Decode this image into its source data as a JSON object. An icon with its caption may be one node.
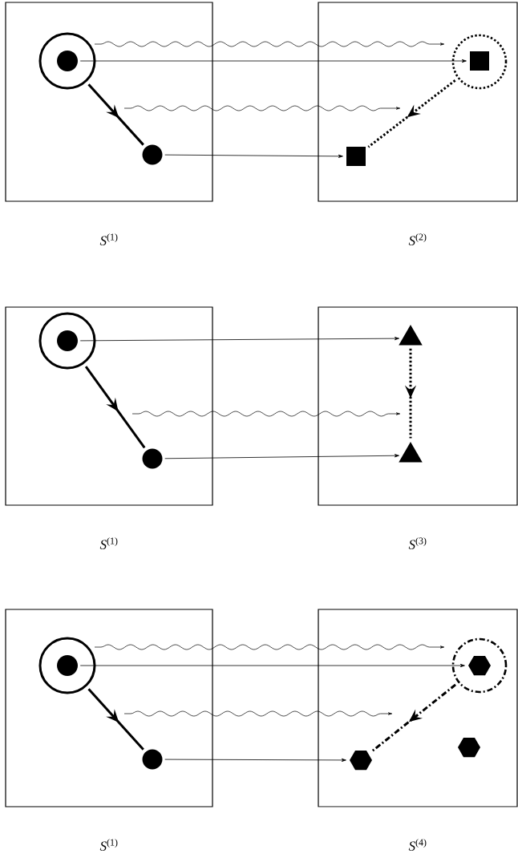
{
  "diagram": {
    "nodes": [
      {
        "text": [
          "*S*$^{(1)}$"
        ]
      },
      {
        "text": [
          "*S*$^{(2)}$"
        ]
      },
      {
        "text": [],
        "shape": "circle",
        "in": 0
      },
      {
        "text": [],
        "shape": "circle",
        "in": 2
      },
      {
        "text": [],
        "shape": "circle",
        "in": 0
      },
      {
        "text": [],
        "shape": "circle",
        "in": 1
      },
      {
        "text": [],
        "shape": "box",
        "in": 5
      },
      {
        "text": [],
        "shape": "box",
        "in": 1
      },
      {
        "text": [
          "*S*$^{(1)}$"
        ]
      },
      {
        "text": [
          "*S*$^{(3)}$"
        ]
      },
      {
        "text": [],
        "shape": "circle",
        "in": 8
      },
      {
        "text": [],
        "shape": "circle",
        "in": 10
      },
      {
        "text": [],
        "shape": "circle",
        "in": 8
      },
      {
        "text": [],
        "shape": "triangle",
        "in": 9
      },
      {
        "text": [],
        "shape": "triangle",
        "in": 9
      },
      {
        "text": [
          "*S*$^{(1)}$"
        ]
      },
      {
        "text": [
          "*S*$^{(4)}$"
        ]
      },
      {
        "text": [],
        "shape": "circle",
        "in": 15
      },
      {
        "text": [],
        "shape": "circle",
        "in": 17
      },
      {
        "text": [],
        "shape": "circle",
        "in": 15
      },
      {
        "text": [],
        "shape": "circle",
        "in": 16
      },
      {
        "text": [],
        "shape": "hexagon",
        "in": 20
      },
      {
        "text": [],
        "shape": "hexagon",
        "in": 16
      },
      {
        "text": [],
        "shape": "hexagon",
        "in": 16
      }
    ],
    "edges": [
      {
        "from": 2,
        "to": 4,
        "arrow": "to",
        "style": "thick"
      },
      {
        "from": 3,
        "to": 6,
        "arrow": "to"
      },
      {
        "from": 4,
        "to": 7,
        "arrow": "to"
      },
      {
        "from": 5,
        "to": 7,
        "arrow": "to",
        "style": "dashed"
      },
      {
        "from": 10,
        "to": 12,
        "arrow": "to",
        "style": "thick"
      },
      {
        "from": 11,
        "to": 13,
        "arrow": "to"
      },
      {
        "from": 12,
        "to": 14,
        "arrow": "to"
      },
      {
        "from": 13,
        "to": 14,
        "arrow": "to",
        "style": "dashed"
      },
      {
        "from": 17,
        "to": 19,
        "arrow": "to",
        "style": "thick"
      },
      {
        "from": 18,
        "to": 21,
        "arrow": "to"
      },
      {
        "from": 19,
        "to": 23,
        "arrow": "to"
      },
      {
        "from": 20,
        "to": 23,
        "arrow": "to",
        "style": "dashed"
      }
    ]
  }
}
